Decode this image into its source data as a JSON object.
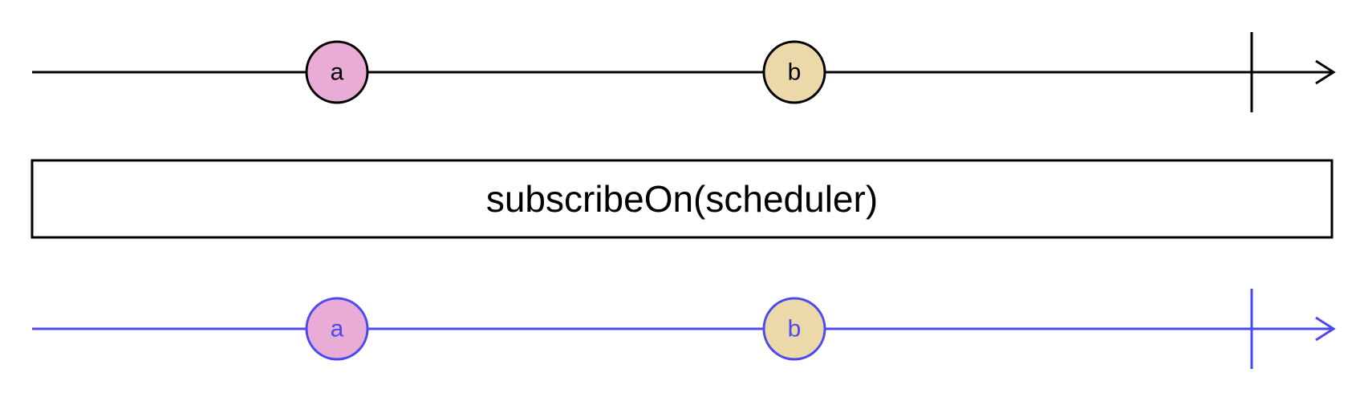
{
  "operator": {
    "label": "subscribeOn(scheduler)"
  },
  "source_stream": {
    "stroke_color": "#000000",
    "text_color": "#000000",
    "events": [
      {
        "label": "a",
        "fill": "#e8acd6"
      },
      {
        "label": "b",
        "fill": "#ecd9aa"
      }
    ],
    "completed": true
  },
  "result_stream": {
    "stroke_color": "#4a4aee",
    "text_color": "#4a4aee",
    "events": [
      {
        "label": "a",
        "fill": "#e8acd6"
      },
      {
        "label": "b",
        "fill": "#ecd9aa"
      }
    ],
    "completed": true
  }
}
